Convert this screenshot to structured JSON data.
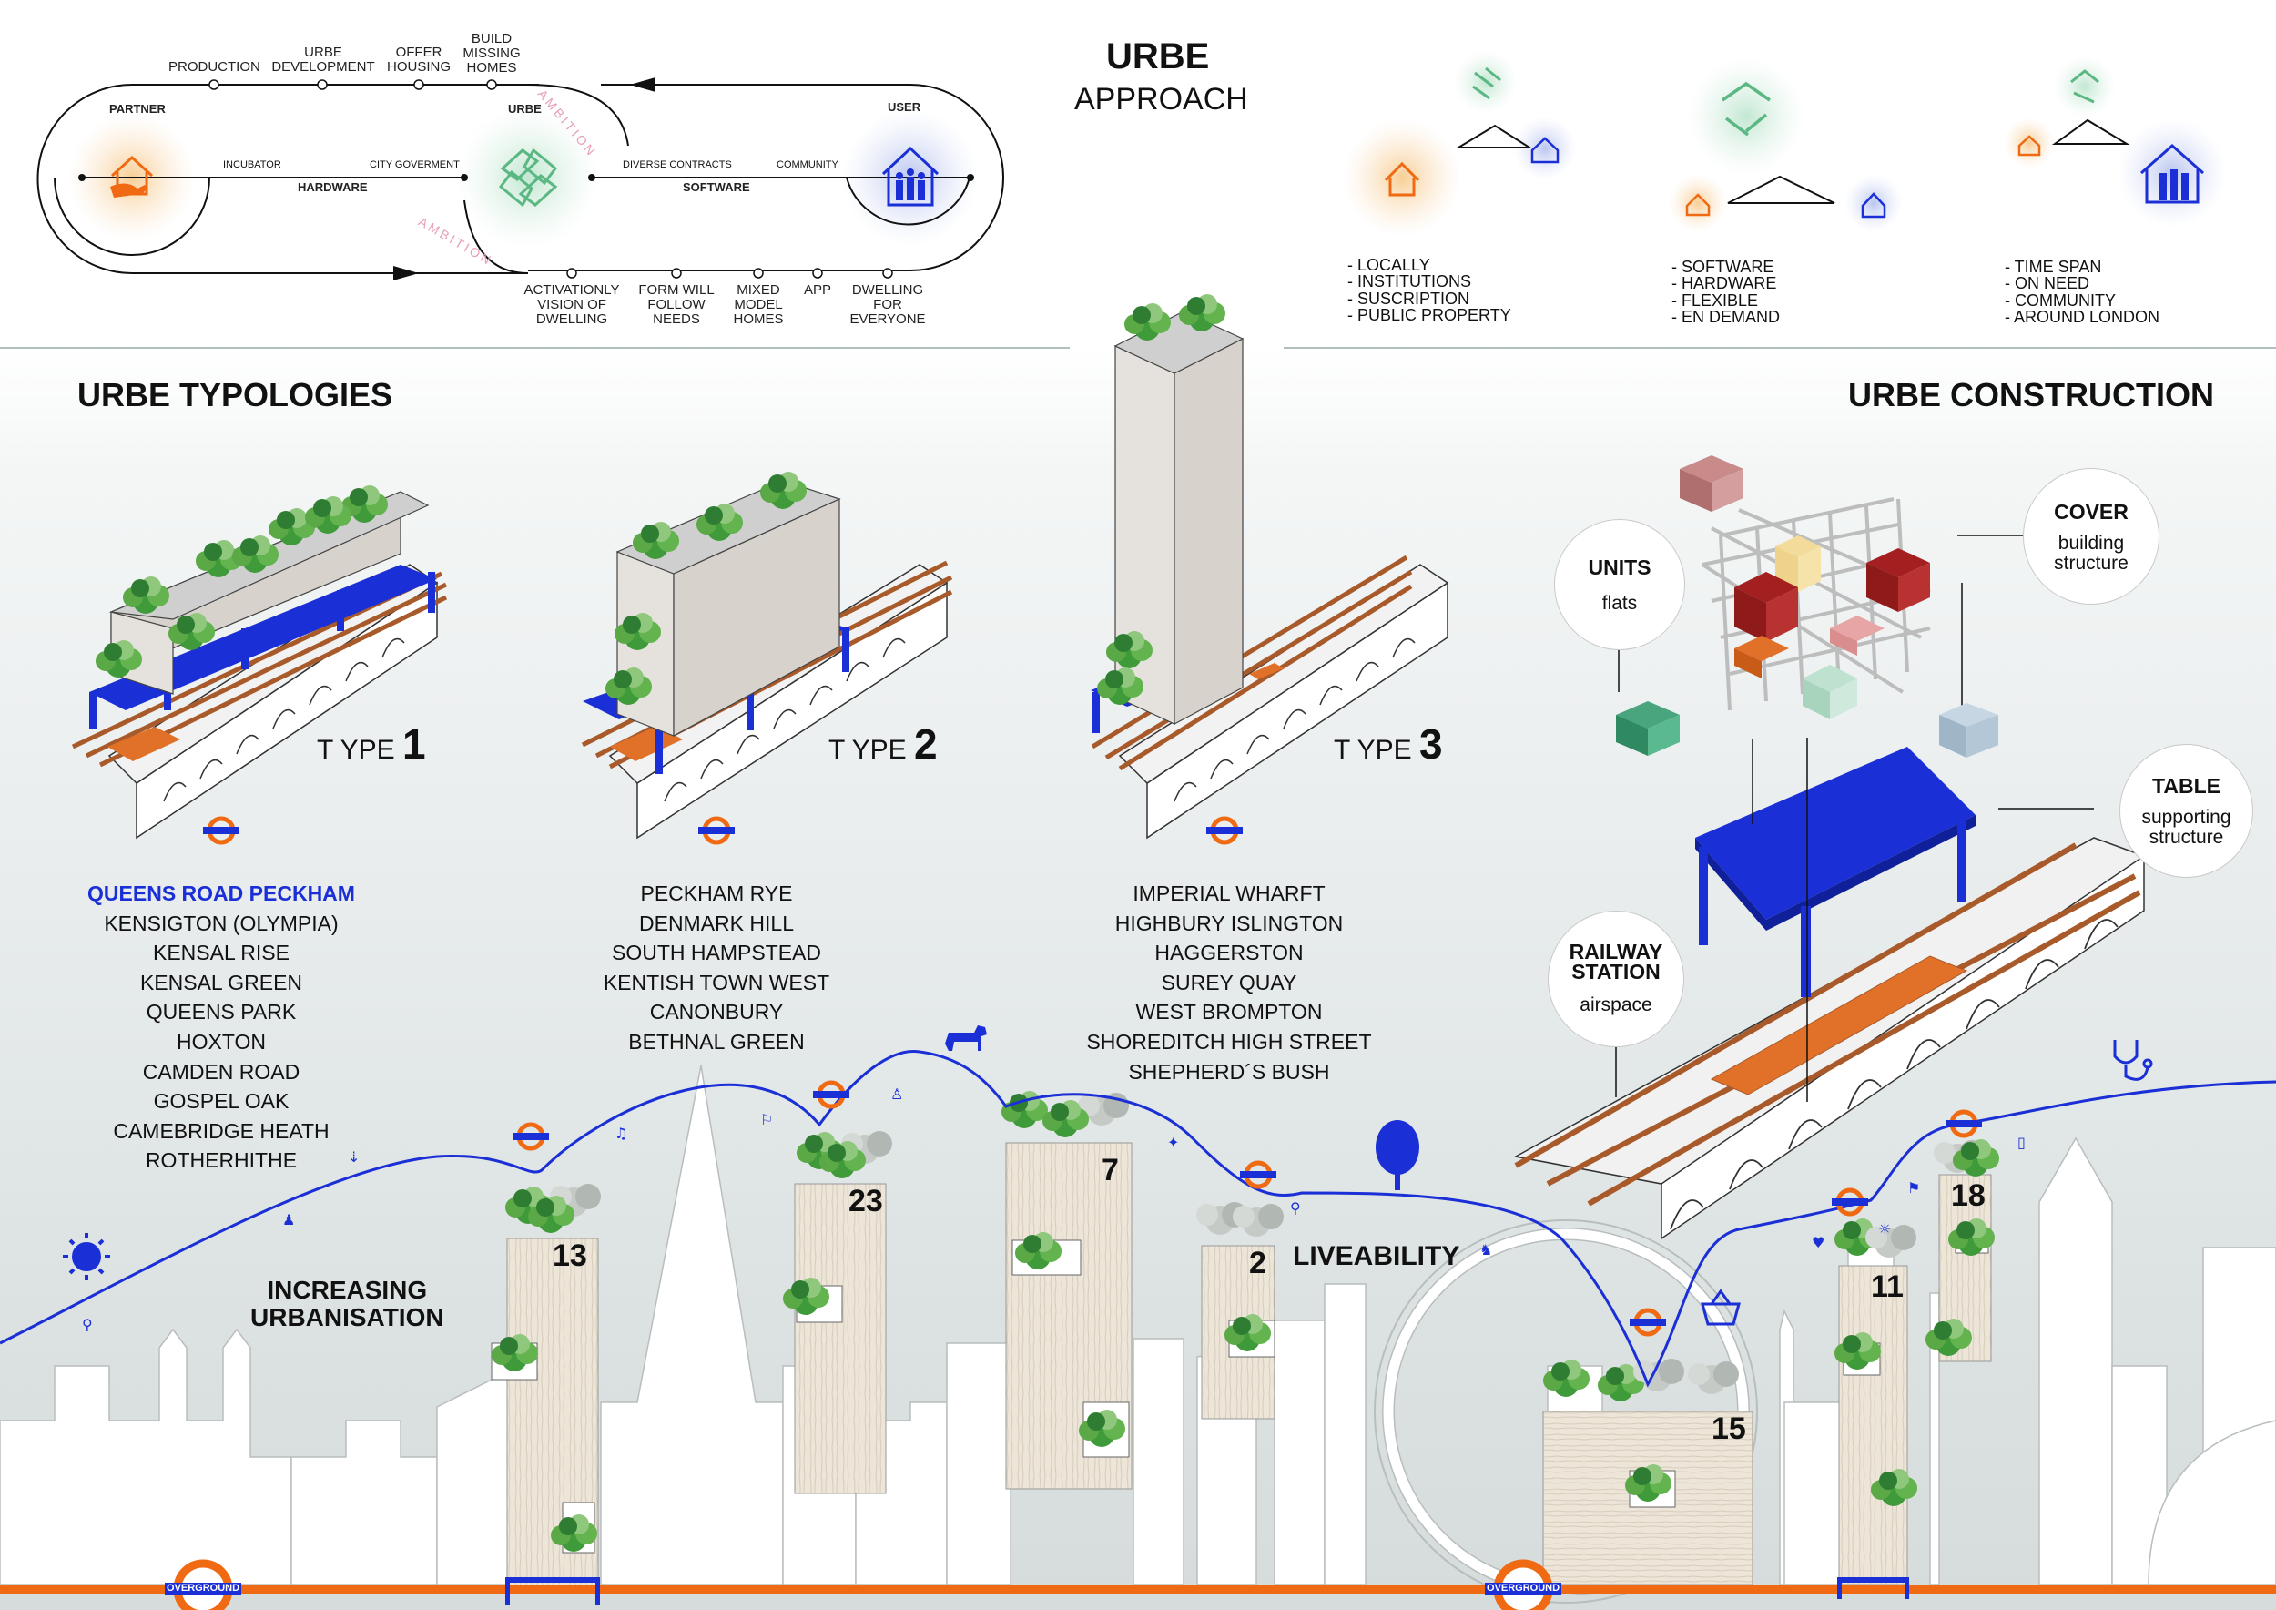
{
  "approach": {
    "title": "URBE",
    "subtitle": "APPROACH",
    "partner_label": "PARTNER",
    "urbe_label": "URBE",
    "user_label": "USER",
    "hardware_label": "HARDWARE",
    "software_label": "SOFTWARE",
    "incubator_label": "INCUBATOR",
    "city_government_label": "CITY GOVERMENT",
    "diverse_contracts_label": "DIVERSE CONTRACTS",
    "community_label": "COMMUNITY",
    "ambition_label": "AMBITION",
    "top_steps": [
      "PRODUCTION",
      "URBE\nDEVELOPMENT",
      "OFFER\nHOUSING",
      "BUILD\nMISSING\nHOMES"
    ],
    "bottom_steps": [
      "ACTIVATIONLY\nVISION OF\nDWELLING",
      "FORM WILL\nFOLLOW\nNEEDS",
      "MIXED\nMODEL\nHOMES",
      "APP",
      "DWELLING\nFOR\nEVERYONE"
    ]
  },
  "approach_groups": [
    {
      "bullets": "- LOCALLY\n- INSTITUTIONS\n- SUSCRIPTION\n- PUBLIC PROPERTY"
    },
    {
      "bullets": "- SOFTWARE\n- HARDWARE\n- FLEXIBLE\n- EN DEMAND"
    },
    {
      "bullets": "- TIME SPAN\n- ON NEED\n- COMMUNITY\n- AROUND LONDON"
    }
  ],
  "typologies": {
    "title": "URBE TYPOLOGIES",
    "type_prefix": "T YPE",
    "types": [
      {
        "number": "1",
        "stations": [
          "QUEENS ROAD PECKHAM",
          "KENSIGTON (OLYMPIA)",
          "KENSAL RISE",
          "KENSAL GREEN",
          "QUEENS PARK",
          "HOXTON",
          "CAMDEN ROAD",
          "GOSPEL OAK",
          "CAMEBRIDGE HEATH",
          "ROTHERHITHE"
        ]
      },
      {
        "number": "2",
        "stations": [
          "PECKHAM RYE",
          "DENMARK HILL",
          "SOUTH HAMPSTEAD",
          "KENTISH TOWN WEST",
          "CANONBURY",
          "BETHNAL GREEN"
        ]
      },
      {
        "number": "3",
        "stations": [
          "IMPERIAL WHARFT",
          "HIGHBURY ISLINGTON",
          "HAGGERSTON",
          "SUREY QUAY",
          "WEST BROMPTON",
          "SHOREDITCH HIGH STREET",
          "SHEPHERD´S BUSH"
        ]
      }
    ],
    "highlight_color": "#1a2fd6"
  },
  "construction": {
    "title": "URBE CONSTRUCTION",
    "units": {
      "head": "UNITS",
      "sub": "flats"
    },
    "cover": {
      "head": "COVER",
      "sub": "building\nstructure"
    },
    "table": {
      "head": "TABLE",
      "sub": "supporting\nstructure"
    },
    "railway": {
      "head": "RAILWAY\nSTATION",
      "sub": "airspace"
    }
  },
  "skyline": {
    "increasing_label": "INCREASING\nURBANISATION",
    "liveability_label": "LIVEABILITY",
    "overground_label": "OVERGROUND",
    "tower_numbers": [
      "13",
      "23",
      "7",
      "2",
      "15",
      "11",
      "18"
    ]
  },
  "colors": {
    "accent_blue": "#1a2fd6",
    "overground_orange": "#ef6a12",
    "rail_brown": "#a85a2a",
    "ambition_pink": "#e7a0b4"
  }
}
